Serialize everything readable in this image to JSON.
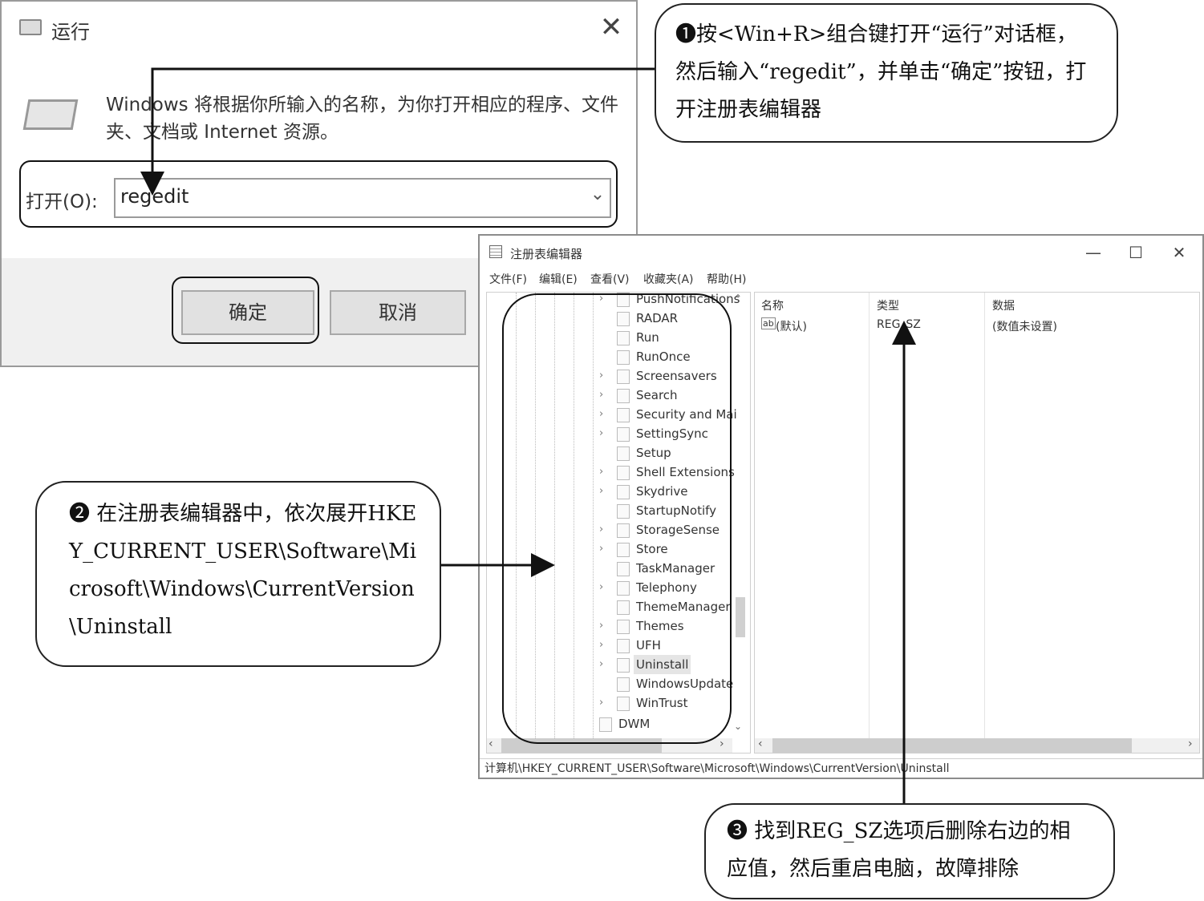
{
  "run_dialog": {
    "title": "运行",
    "description": "Windows 将根据你所输入的名称，为你打开相应的程序、文件夹、文档或 Internet 资源。",
    "open_label": "打开(O):",
    "open_value": "regedit",
    "ok_label": "确定",
    "cancel_label": "取消",
    "close_glyph": "✕"
  },
  "regedit": {
    "title": "注册表编辑器",
    "window_buttons": {
      "minimize": "—",
      "maximize": "☐",
      "close": "✕"
    },
    "menu": [
      "文件(F)",
      "编辑(E)",
      "查看(V)",
      "收藏夹(A)",
      "帮助(H)"
    ],
    "tree_items": [
      {
        "label": "PushNotifications",
        "expandable": true
      },
      {
        "label": "RADAR",
        "expandable": false
      },
      {
        "label": "Run",
        "expandable": false
      },
      {
        "label": "RunOnce",
        "expandable": false
      },
      {
        "label": "Screensavers",
        "expandable": true
      },
      {
        "label": "Search",
        "expandable": true
      },
      {
        "label": "Security and Mai",
        "expandable": true
      },
      {
        "label": "SettingSync",
        "expandable": true
      },
      {
        "label": "Setup",
        "expandable": false
      },
      {
        "label": "Shell Extensions",
        "expandable": true
      },
      {
        "label": "Skydrive",
        "expandable": true
      },
      {
        "label": "StartupNotify",
        "expandable": false
      },
      {
        "label": "StorageSense",
        "expandable": true
      },
      {
        "label": "Store",
        "expandable": true
      },
      {
        "label": "TaskManager",
        "expandable": false
      },
      {
        "label": "Telephony",
        "expandable": true
      },
      {
        "label": "ThemeManager",
        "expandable": false
      },
      {
        "label": "Themes",
        "expandable": true
      },
      {
        "label": "UFH",
        "expandable": true
      },
      {
        "label": "Uninstall",
        "expandable": true,
        "selected": true
      },
      {
        "label": "WindowsUpdate",
        "expandable": false
      },
      {
        "label": "WinTrust",
        "expandable": true
      }
    ],
    "tree_parent": "DWM",
    "columns": [
      "名称",
      "类型",
      "数据"
    ],
    "values": [
      {
        "icon": "ab",
        "name": "(默认)",
        "type": "REG_SZ",
        "data": "(数值未设置)"
      }
    ],
    "status_path": "计算机\\HKEY_CURRENT_USER\\Software\\Microsoft\\Windows\\CurrentVersion\\Uninstall"
  },
  "callouts": {
    "step1": "❶按<Win+R>组合键打开“运行”对话框，然后输入“regedit”，并单击“确定”按钮，打开注册表编辑器",
    "step2": "❷ 在注册表编辑器中，依次展开HKEY_CURRENT_USER\\Software\\Microsoft\\Windows\\CurrentVersion\\Uninstall",
    "step3": "❸ 找到REG_SZ选项后删除右边的相应值，然后重启电脑，故障排除"
  }
}
